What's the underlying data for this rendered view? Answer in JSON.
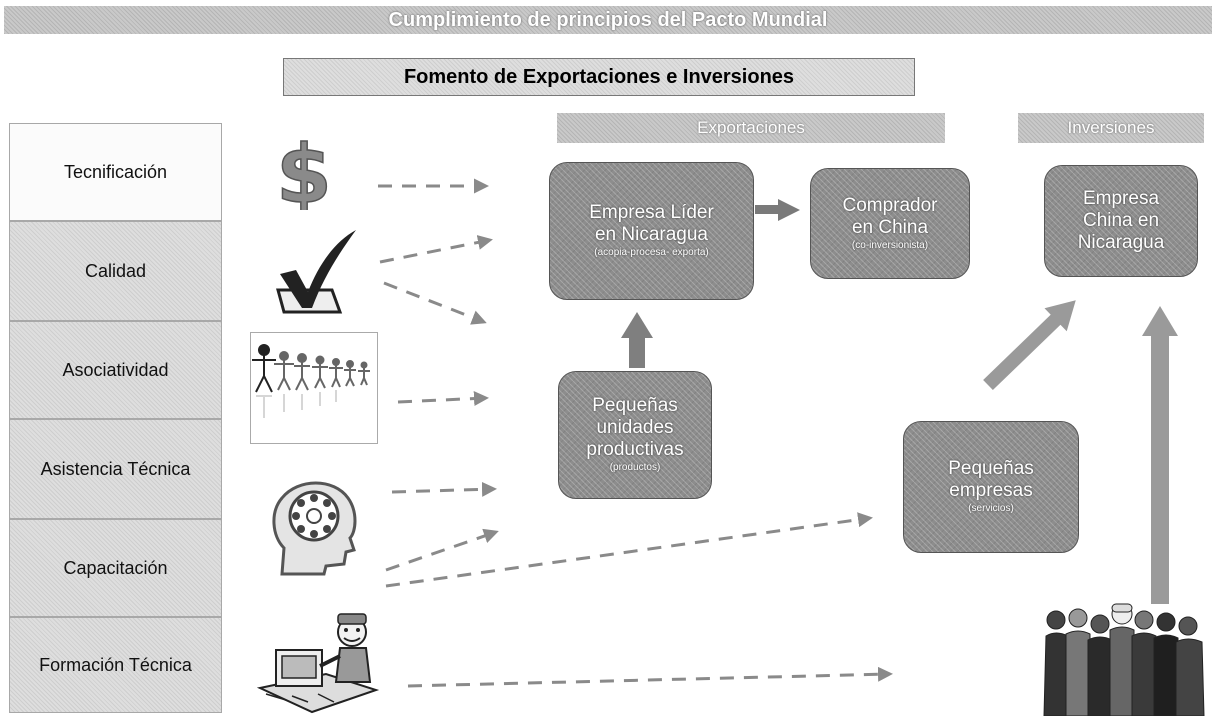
{
  "title": "Cumplimiento de principios del Pacto Mundial",
  "subtitle": "Fomento de Exportaciones e  Inversiones",
  "sections": {
    "exports": "Exportaciones",
    "investments": "Inversiones"
  },
  "left_column": [
    "Tecnificación",
    "Calidad",
    "Asociatividad",
    "Asistencia Técnica",
    "Capacitación",
    "Formación Técnica"
  ],
  "boxes": {
    "lead_company": {
      "line1": "Empresa Líder",
      "line2": "en Nicaragua",
      "note": "(acopia-procesa- exporta)"
    },
    "buyer_china": {
      "line1": "Comprador",
      "line2": "en China",
      "note": "(co-inversionista)"
    },
    "chinese_company": {
      "line1": "Empresa",
      "line2": "China en",
      "line3": "Nicaragua"
    },
    "small_units": {
      "line1": "Pequeñas",
      "line2": "unidades",
      "line3": "productivas",
      "note": "(productos)"
    },
    "small_companies": {
      "line1": "Pequeñas",
      "line2": "empresas",
      "note": "(servicios)"
    }
  },
  "icons": [
    "dollar-icon",
    "checkmark-icon",
    "people-chain-icon",
    "brain-gear-icon",
    "technician-icon",
    "workers-group-icon"
  ],
  "colors": {
    "box_fill": "#8d8d8d",
    "banner_fill": "#c9c9c9",
    "arrow": "#8a8a8a"
  }
}
